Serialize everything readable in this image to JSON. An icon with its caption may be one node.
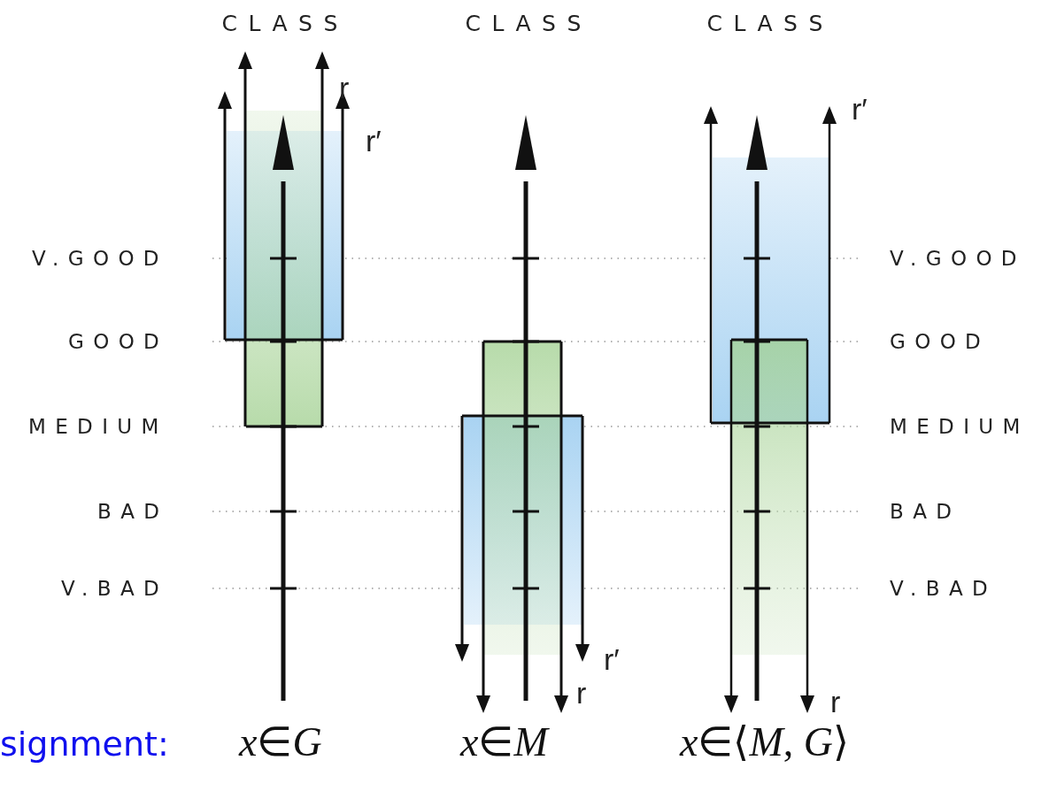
{
  "diagram": {
    "labels": [
      "CLASS",
      "CLASS",
      "CLASS",
      "r",
      "r′",
      "r′",
      "V.GOOD",
      "V.GOOD",
      "GOOD",
      "GOOD",
      "MEDIUM",
      "MEDIUM",
      "BAD",
      "BAD",
      "V.BAD",
      "V.BAD",
      "r′",
      "r",
      "r",
      "signment:",
      "*x*∈*G*",
      "*x*∈*M*",
      "*x*∈⟨*M*, *G*⟩"
    ]
  }
}
